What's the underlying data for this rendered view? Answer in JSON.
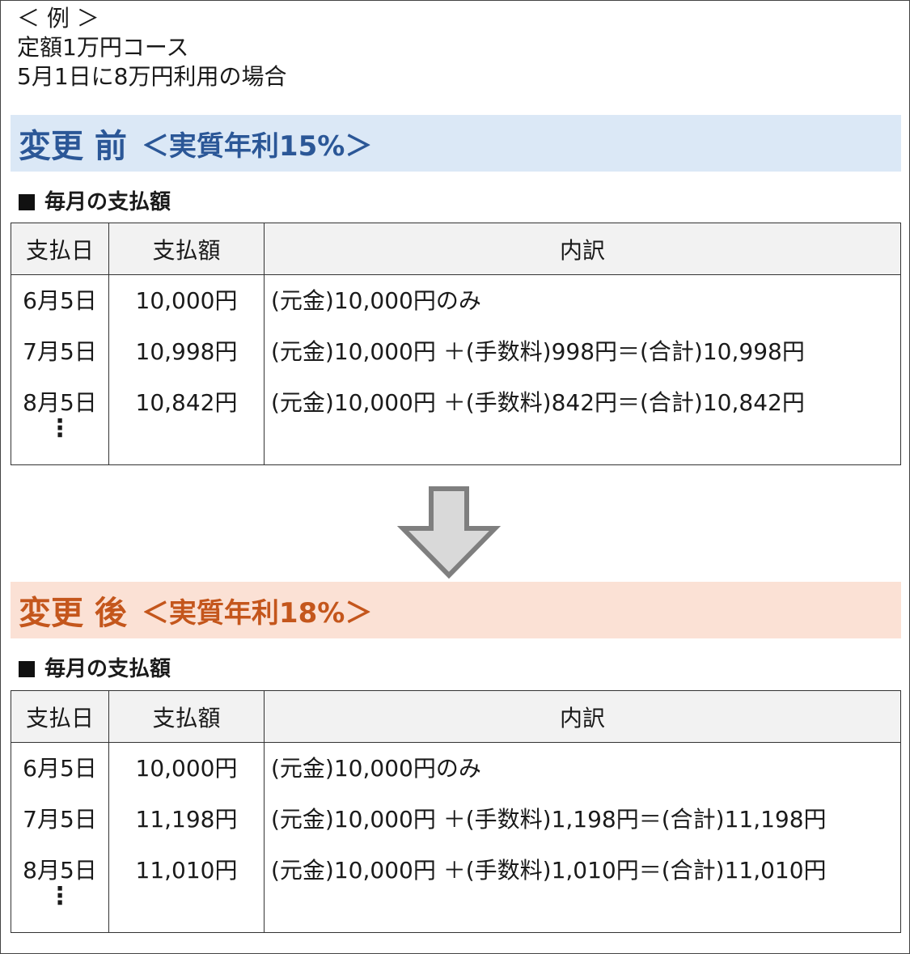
{
  "intro": {
    "example": "＜ 例 ＞",
    "course": "定額1万円コース",
    "scenario": "5月1日に8万円利用の場合"
  },
  "before": {
    "title": "変更 前",
    "subtitle": "＜実質年利15%＞",
    "section": "毎月の支払額",
    "headers": [
      "支払日",
      "支払額",
      "内訳"
    ],
    "rows": [
      {
        "date": "6月5日",
        "amount": "10,000円",
        "detail": "(元金)10,000円のみ"
      },
      {
        "date": "7月5日",
        "amount": "10,998円",
        "detail": "(元金)10,000円 ＋(手数料)998円＝(合計)10,998円"
      },
      {
        "date": "8月5日",
        "amount": "10,842円",
        "detail": "(元金)10,000円 ＋(手数料)842円＝(合計)10,842円"
      }
    ],
    "continuation": "⋮"
  },
  "after": {
    "title": "変更 後",
    "subtitle": "＜実質年利18%＞",
    "section": "毎月の支払額",
    "headers": [
      "支払日",
      "支払額",
      "内訳"
    ],
    "rows": [
      {
        "date": "6月5日",
        "amount": "10,000円",
        "detail": "(元金)10,000円のみ"
      },
      {
        "date": "7月5日",
        "amount": "11,198円",
        "detail": "(元金)10,000円 ＋(手数料)1,198円＝(合計)11,198円"
      },
      {
        "date": "8月5日",
        "amount": "11,010円",
        "detail": "(元金)10,000円 ＋(手数料)1,010円＝(合計)11,010円"
      }
    ],
    "continuation": "⋮"
  },
  "colors": {
    "before_band": "#dbe8f6",
    "before_text": "#2b5797",
    "after_band": "#fbe1d5",
    "after_text": "#c4561c",
    "arrow_fill": "#d9d9d9",
    "arrow_stroke": "#7f7f7f"
  },
  "icons": {
    "transition": "down-arrow-icon"
  }
}
